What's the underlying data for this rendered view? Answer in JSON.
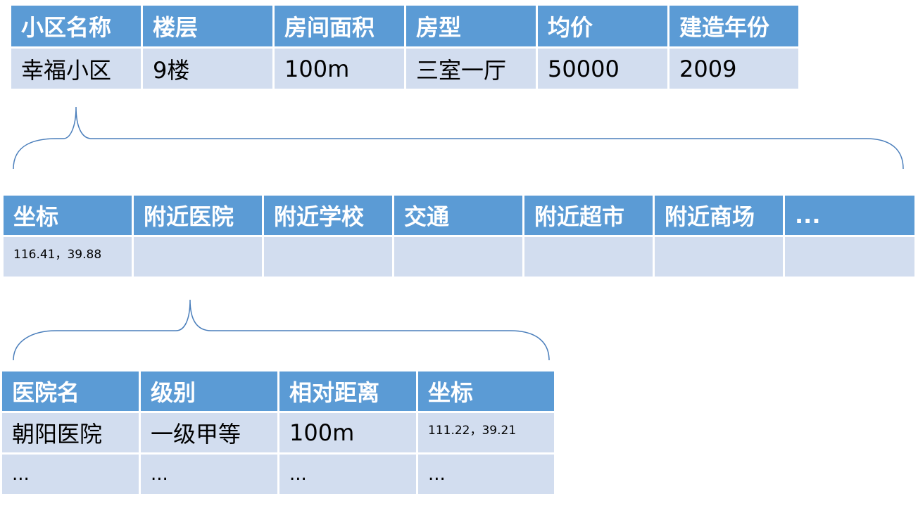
{
  "table1": {
    "headers": [
      "小区名称",
      "楼层",
      "房间面积",
      "房型",
      "均价",
      "建造年份"
    ],
    "row": [
      "幸福小区",
      "9楼",
      "100m",
      "三室一厅",
      "50000",
      "2009"
    ]
  },
  "table2": {
    "headers": [
      "坐标",
      "附近医院",
      "附近学校",
      "交通",
      "附近超市",
      "附近商场",
      "..."
    ],
    "row": [
      "116.41，39.88",
      "",
      "",
      "",
      "",
      "",
      ""
    ]
  },
  "table3": {
    "headers": [
      "医院名",
      "级别",
      "相对距离",
      "坐标"
    ],
    "rows": [
      [
        "朝阳医院",
        "一级甲等",
        "100m",
        "111.22，39.21"
      ],
      [
        "...",
        "...",
        "...",
        "..."
      ]
    ]
  },
  "colors": {
    "header_bg": "#5b9bd5",
    "cell_bg": "#d2ddef",
    "brace_stroke": "#4a7ebb"
  }
}
